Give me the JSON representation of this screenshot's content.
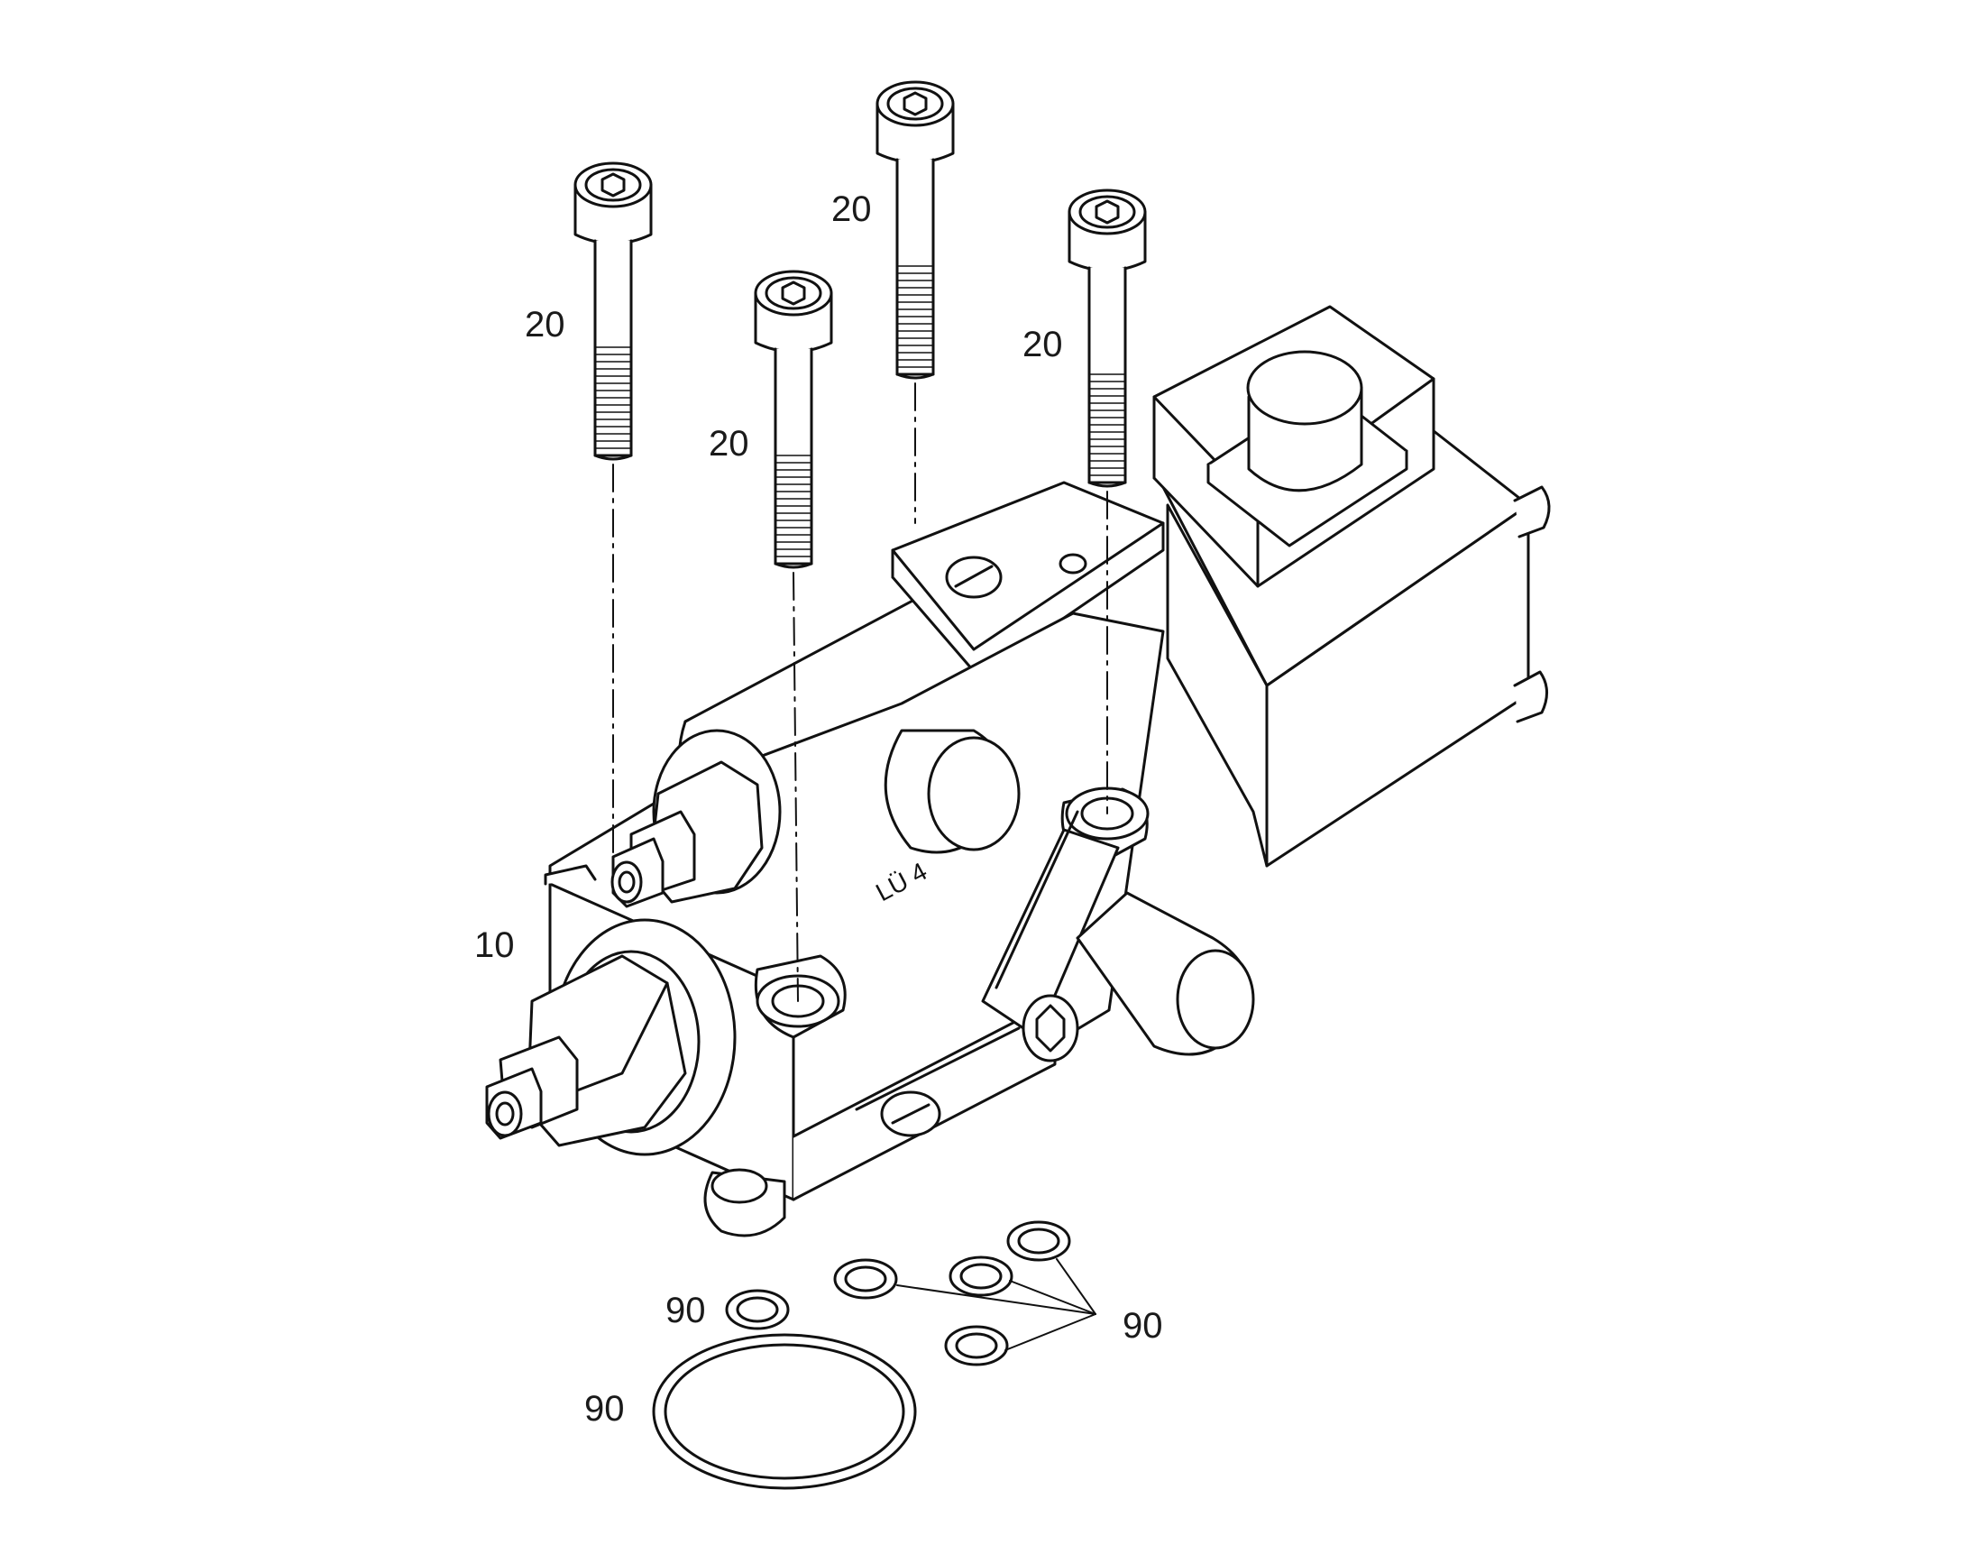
{
  "diagram": {
    "callouts": {
      "housing": "10",
      "bolt": "20",
      "seal": "90"
    },
    "part_stamp": "LÜ 4"
  }
}
